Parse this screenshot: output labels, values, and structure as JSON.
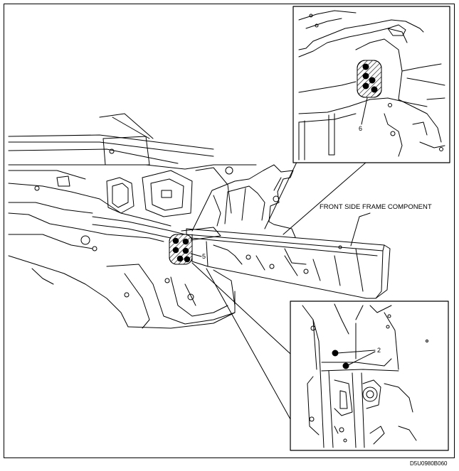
{
  "labels": {
    "component": "FRONT SIDE FRAME COMPONENT",
    "callout_6": "6",
    "callout_5": "5",
    "callout_2": "2",
    "figure_code": "D5U0980B060"
  },
  "colors": {
    "line": "#000000",
    "background": "#ffffff"
  }
}
